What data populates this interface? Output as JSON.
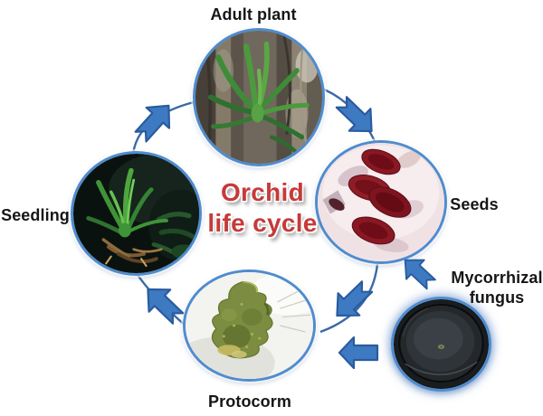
{
  "title": {
    "line1": "Orchid",
    "line2": "life cycle"
  },
  "labels": {
    "adult_plant": "Adult plant",
    "seeds": "Seeds",
    "mycorrhizal_fungus": "Mycorrhizal fungus",
    "protocorm": "Protocorm",
    "seedling": "Seedling"
  },
  "cycle": {
    "type": "circular-life-cycle-diagram",
    "arrows": [
      {
        "from": "Seedling",
        "to": "Adult plant"
      },
      {
        "from": "Adult plant",
        "to": "Seeds"
      },
      {
        "from": "Seeds",
        "to": "Protocorm"
      },
      {
        "from": "Mycorrhizal fungus",
        "to": "Seeds"
      },
      {
        "from": "Mycorrhizal fungus",
        "to": "Protocorm"
      },
      {
        "from": "Protocorm",
        "to": "Seedling"
      }
    ]
  },
  "colors": {
    "title_red": "#c63a3a",
    "arrow_fill": "#3e7ac2",
    "arrow_outline": "#2a5b9e",
    "connector_line": "#3a6aa6",
    "circle_border": "#4f8cce",
    "label_text": "#161616",
    "background": "#ffffff"
  }
}
